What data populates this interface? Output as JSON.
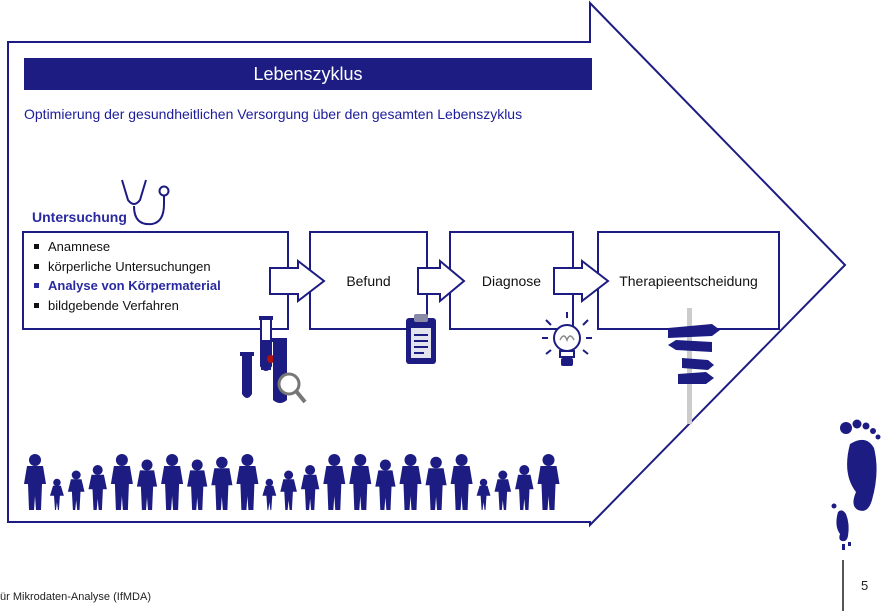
{
  "header": {
    "title": "Lebenszyklus",
    "subtitle": "Optimierung der gesundheitlichen Versorgung über den gesamten Lebenszyklus"
  },
  "untersuchung": {
    "heading": "Untersuchung",
    "items": [
      {
        "label": "Anamnese",
        "highlight": false
      },
      {
        "label": "körperliche Untersuchungen",
        "highlight": false
      },
      {
        "label": "Analyse von Körpermaterial",
        "highlight": true
      },
      {
        "label": "bildgebende Verfahren",
        "highlight": false
      }
    ]
  },
  "steps": {
    "befund": "Befund",
    "diagnose": "Diagnose",
    "therapie": "Therapieentscheidung"
  },
  "icons": [
    "stethoscope-icon",
    "test-tubes-icon",
    "magnifier-icon",
    "clipboard-icon",
    "lightbulb-icon",
    "signpost-icon",
    "people-lifecycle-icon",
    "footprints-logo"
  ],
  "colors": {
    "primary": "#1c1c82",
    "accent": "#2a2aa0",
    "highlight_dot": "#b01010"
  },
  "footer": {
    "institute": "ür Mikrodaten-Analyse (IfMDA)",
    "page": "5"
  }
}
